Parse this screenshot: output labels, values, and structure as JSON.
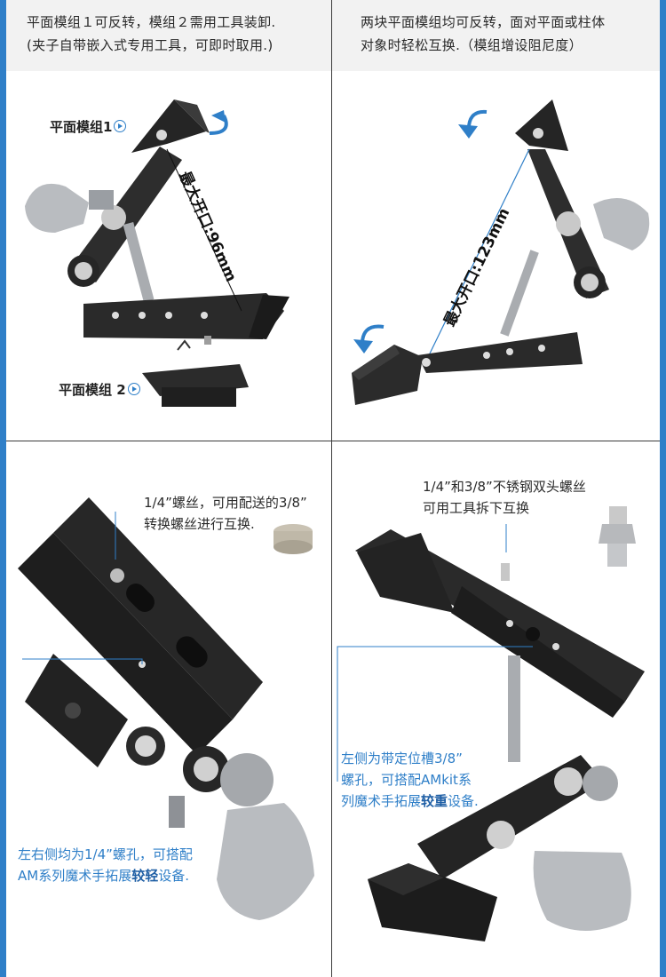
{
  "panels": {
    "top_left": {
      "caption_line1": "平面模组１可反转，模组２需用工具装卸.",
      "caption_line2": "(夹子自带嵌入式专用工具，可即时取用.)",
      "module1_label": "平面模组1",
      "module2_label": "平面模组 2",
      "max_opening": "最大开口:96mm"
    },
    "top_right": {
      "caption_line1": "两块平面模组均可反转，面对平面或柱体",
      "caption_line2": "对象时轻松互换.（模组增设阻尼度）",
      "max_opening": "最大开口:123mm"
    },
    "bottom_left": {
      "screw_note_line1": "1/4”螺丝，可用配送的3/8”",
      "screw_note_line2": "转换螺丝进行互换.",
      "hole_note_line1": "左右侧均为1/4”螺孔，可搭配",
      "hole_note_line2_prefix": "AM系列魔术手拓展",
      "hole_note_line2_bold": "较轻",
      "hole_note_line2_suffix": "设备."
    },
    "bottom_right": {
      "screw_note_line1": "1/4”和3/8”不锈钢双头螺丝",
      "screw_note_line2": "可用工具拆下互换",
      "hole_note_line1": "左侧为带定位槽3/8”",
      "hole_note_line2": "螺孔，可搭配AMkit系",
      "hole_note_line3_prefix": "列魔术手拓展",
      "hole_note_line3_bold": "较重",
      "hole_note_line3_suffix": "设备."
    }
  },
  "colors": {
    "accent": "#2f7fc8",
    "metal_dark": "#222222",
    "metal_silver": "#b9bcc0"
  }
}
